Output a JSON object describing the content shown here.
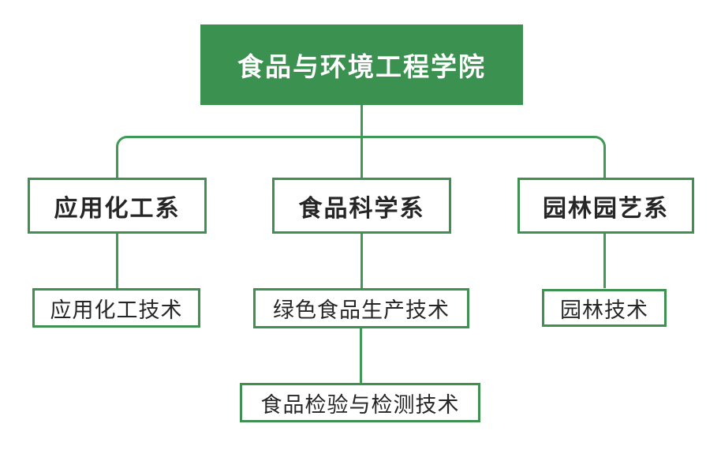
{
  "palette": {
    "node_fill_green": "#3a9150",
    "border_green": "#3e9151",
    "line_green": "#3f9a55",
    "text_dark": "#262626",
    "text_white": "#ffffff"
  },
  "org": {
    "root": {
      "label": "食品与环境工程学院",
      "children": [
        {
          "label": "应用化工系",
          "children": [
            {
              "label": "应用化工技术",
              "children": []
            }
          ]
        },
        {
          "label": "食品科学系",
          "children": [
            {
              "label": "绿色食品生产技术",
              "children": [
                {
                  "label": "食品检验与检测技术",
                  "children": []
                }
              ]
            }
          ]
        },
        {
          "label": "园林园艺系",
          "children": [
            {
              "label": "园林技术",
              "children": []
            }
          ]
        }
      ]
    }
  }
}
